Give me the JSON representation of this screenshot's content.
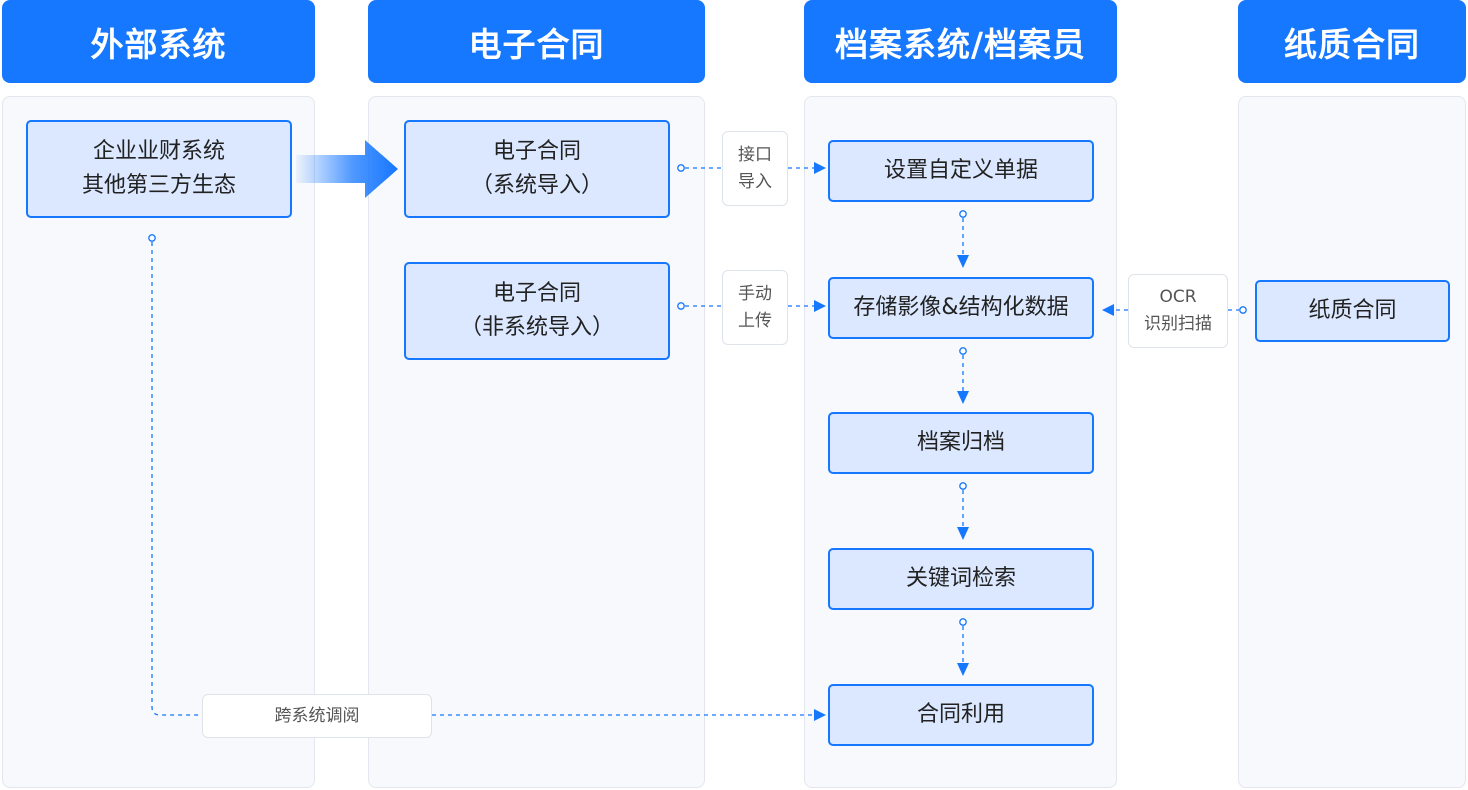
{
  "columns": [
    {
      "title": "外部系统"
    },
    {
      "title": "电子合同"
    },
    {
      "title": "档案系统/档案员"
    },
    {
      "title": "纸质合同"
    }
  ],
  "nodes": {
    "business_system": {
      "line1": "企业业财系统",
      "line2": "其他第三方生态"
    },
    "econtract_system": {
      "line1": "电子合同",
      "line2": "（系统导入）"
    },
    "econtract_manual": {
      "line1": "电子合同",
      "line2": "（非系统导入）"
    },
    "custom_doc": {
      "label": "设置自定义单据"
    },
    "store_images": {
      "label": "存储影像&结构化数据"
    },
    "archive": {
      "label": "档案归档"
    },
    "keyword_search": {
      "label": "关键词检索"
    },
    "contract_use": {
      "label": "合同利用"
    },
    "paper_contract": {
      "label": "纸质合同"
    }
  },
  "edge_labels": {
    "api_import": {
      "line1": "接口",
      "line2": "导入"
    },
    "manual_upload": {
      "line1": "手动",
      "line2": "上传"
    },
    "ocr_scan": {
      "line1": "OCR",
      "line2": "识别扫描"
    },
    "cross_system": {
      "label": "跨系统调阅"
    }
  },
  "colors": {
    "accent": "#1677ff",
    "node_fill": "#dbe8ff",
    "column_bg": "#f8f9fc"
  }
}
